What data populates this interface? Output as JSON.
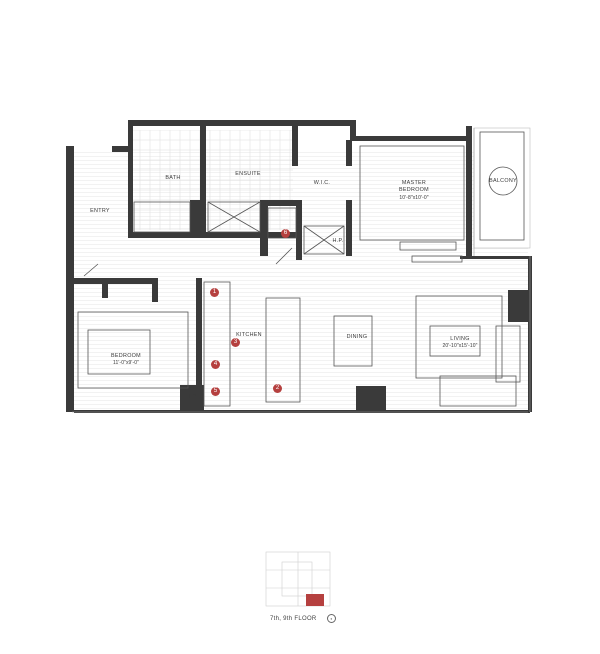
{
  "rooms": {
    "bath": "BATH",
    "ensuite": "ENSUITE",
    "wic": "W.I.C.",
    "master_bedroom": "MASTER\nBEDROOM",
    "master_bedroom_dim": "10'-8\"x10'-0\"",
    "balcony": "BALCONY",
    "entry": "ENTRY",
    "bedroom": "BEDROOM",
    "bedroom_dim": "11'-0\"x9'-0\"",
    "kitchen": "KITCHEN",
    "dining": "DINING",
    "living": "LIVING",
    "living_dim": "20'-10\"x15'-10\"",
    "hp_upper": "H.P.",
    "hp_lower": "H.P."
  },
  "markers": [
    "1",
    "2",
    "3",
    "4",
    "5",
    "6"
  ],
  "floor_label": "7th, 9th FLOOR",
  "colors": {
    "wall": "#3a3a3a",
    "accent": "#b5403f",
    "floor_line": "#ececec"
  }
}
